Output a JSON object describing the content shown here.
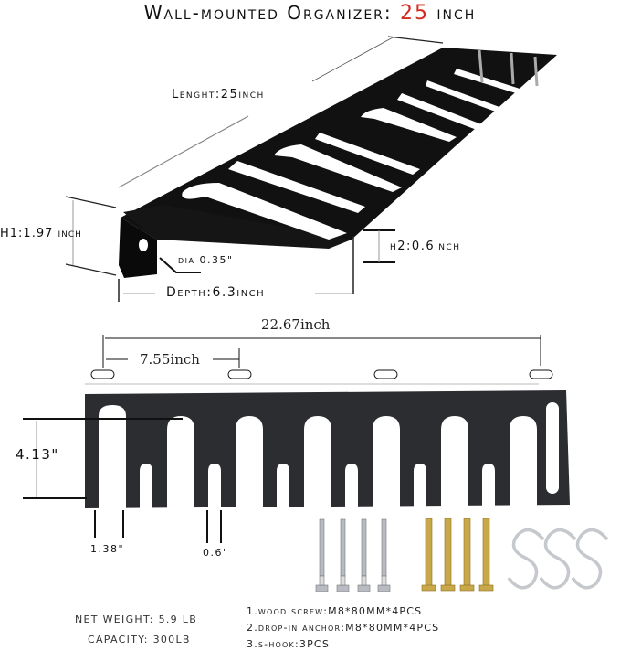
{
  "header": {
    "title_prefix": "Wall-mounted Organizer:",
    "title_size": "25",
    "title_unit": "inch",
    "accent_color": "#d42a1f"
  },
  "top_view": {
    "length_label": "Lenght:25inch",
    "h1_label": "H1:1.97 inch",
    "h2_label": "h2:0.6inch",
    "dia_label": "dia 0.35\"",
    "depth_label": "Depth:6.3inch"
  },
  "front_view": {
    "total_span_label": "22.67inch",
    "hole_spacing_label": "7.55inch",
    "slot_height_label": "4.13\"",
    "slot_width_label": "1.38\"",
    "small_slot_width_label": "0.6\""
  },
  "specs": {
    "net_weight_label": "NET WEIGHT:",
    "net_weight_value": "5.9 LB",
    "capacity_label": "CAPACITY:",
    "capacity_value": "300LB"
  },
  "kit_contents": [
    {
      "text": "1.wood screw:M8*80MM*4PCS",
      "item": "wood-screw",
      "qty": 4
    },
    {
      "text": "2.drop-in anchor:M8*80MM*4PCS",
      "item": "drop-in-anchor",
      "qty": 4
    },
    {
      "text": "3.s-hook:3PCS",
      "item": "s-hook",
      "qty": 3
    }
  ]
}
